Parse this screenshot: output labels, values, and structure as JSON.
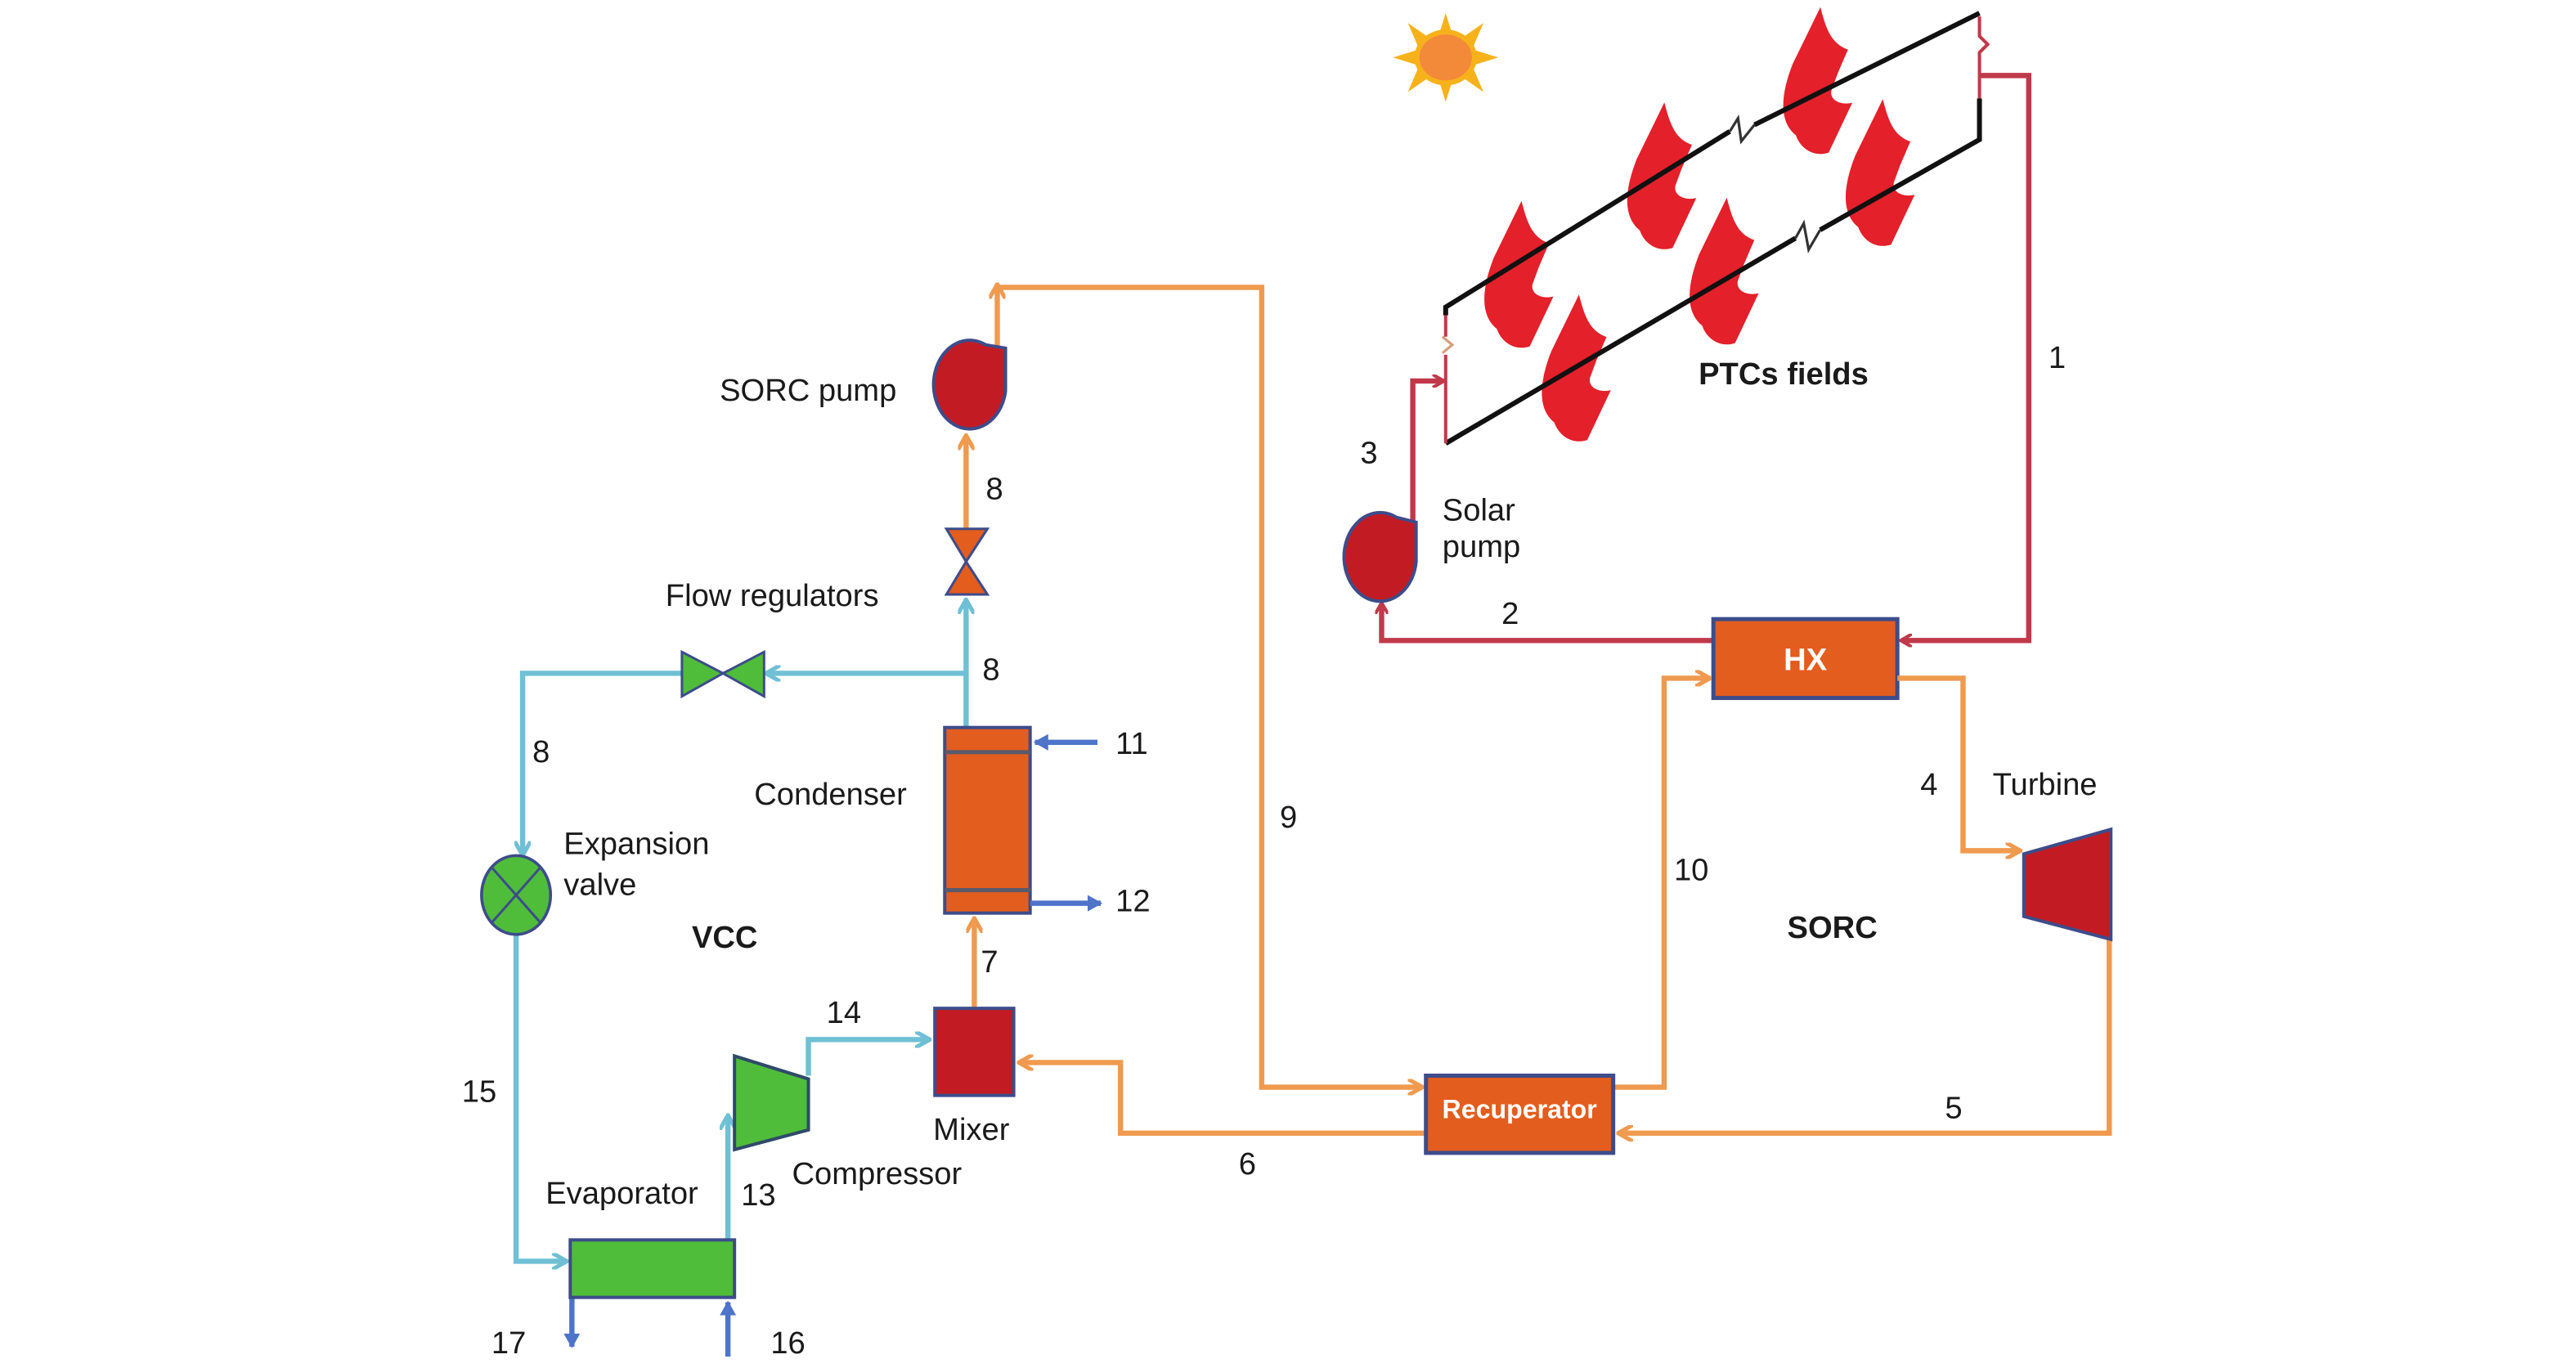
{
  "diagram": {
    "title": "Solar ORC driven vapor compression cooling system",
    "colors": {
      "solar_loop": "#c0394a",
      "sorc_loop": "#ef9a4f",
      "vcc_loop": "#6fc0d4",
      "coolant": "#4d74c9",
      "component_orange": "#e35d1e",
      "component_red": "#c31b24",
      "component_green": "#4fbd3a",
      "component_border": "#3d4c8a",
      "sun_core": "#f28a3a",
      "sun_rays": "#f7b21b",
      "collector": "#e4202a"
    },
    "icons": {
      "sun": "sun-icon",
      "collector": "parabolic-trough-collector-icon",
      "pump": "pump-icon",
      "valve": "valve-icon",
      "expansion_valve": "expansion-valve-icon",
      "turbine": "turbine-icon",
      "compressor": "compressor-icon"
    },
    "components": {
      "ptc_fields": "PTCs fields",
      "solar_pump_line1": "Solar",
      "solar_pump_line2": "pump",
      "hx": "HX",
      "turbine": "Turbine",
      "recuperator": "Recuperator",
      "sorc_pump": "SORC pump",
      "flow_regulators": "Flow regulators",
      "condenser": "Condenser",
      "expansion_valve_line1": "Expansion",
      "expansion_valve_line2": "valve",
      "mixer": "Mixer",
      "compressor": "Compressor",
      "evaporator": "Evaporator"
    },
    "cycles": {
      "vcc": "VCC",
      "sorc": "SORC"
    },
    "states": {
      "s1": "1",
      "s2": "2",
      "s3": "3",
      "s4": "4",
      "s5": "5",
      "s6": "6",
      "s7": "7",
      "s8a": "8",
      "s8b": "8",
      "s8c": "8",
      "s9": "9",
      "s10": "10",
      "s11": "11",
      "s12": "12",
      "s13": "13",
      "s14": "14",
      "s15": "15",
      "s16": "16",
      "s17": "17"
    }
  }
}
